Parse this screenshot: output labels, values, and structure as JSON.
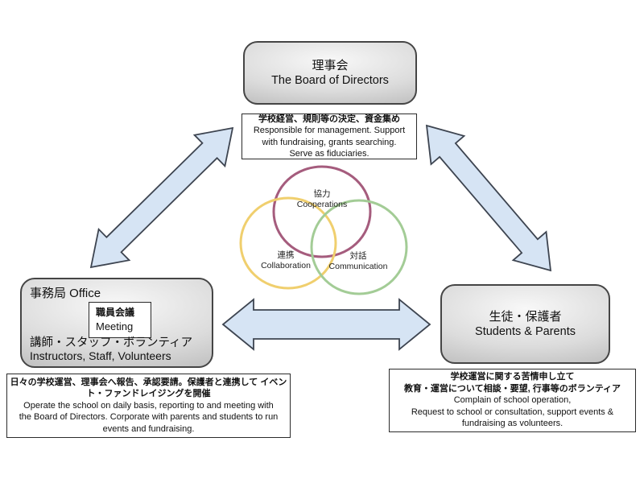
{
  "board": {
    "title_jp": "理事会",
    "title_en": "The Board of Directors",
    "info_jp": [
      "学校経営、規則等の決定、資金集め"
    ],
    "info_en": [
      "Responsible for management. Support",
      "with fundraising, grants searching.",
      "Serve as fiduciaries."
    ]
  },
  "office": {
    "title": "事務局  Office",
    "meeting_jp": "職員会議",
    "meeting_en": "Meeting",
    "staff_jp": "講師・スタッフ・ボランティア",
    "staff_en": "Instructors, Staff, Volunteers",
    "info_jp": [
      "日々の学校運営、理事会へ報告、承認要請。保護者と連携して イベン",
      "ト・ファンドレイジングを開催"
    ],
    "info_en": [
      "Operate the school on daily basis, reporting to and meeting with",
      "the Board of Directors. Corporate with parents and students to run",
      "events and fundraising."
    ]
  },
  "students": {
    "title_jp": "生徒・保護者",
    "title_en": "Students & Parents",
    "info_jp": [
      "学校運営に関する苦情申し立て",
      "教育・運営について相談・要望, 行事等のボランティア"
    ],
    "info_en": [
      "Complain of school operation,",
      "Request to school or consultation, support events &",
      "fundraising as volunteers."
    ]
  },
  "venn": {
    "cooperation": {
      "jp": "協力",
      "en": "Cooperations",
      "color": "#a55c7d"
    },
    "collaboration": {
      "jp": "連携",
      "en": "Collaboration",
      "color": "#f0cf6e"
    },
    "communication": {
      "jp": "対話",
      "en": "Communication",
      "color": "#a3cc96"
    }
  },
  "colors": {
    "arrow_fill": "#d6e4f4",
    "arrow_stroke": "#3d4450",
    "box_border": "#454545",
    "mini_arrow_stroke": "#7da1d4"
  }
}
